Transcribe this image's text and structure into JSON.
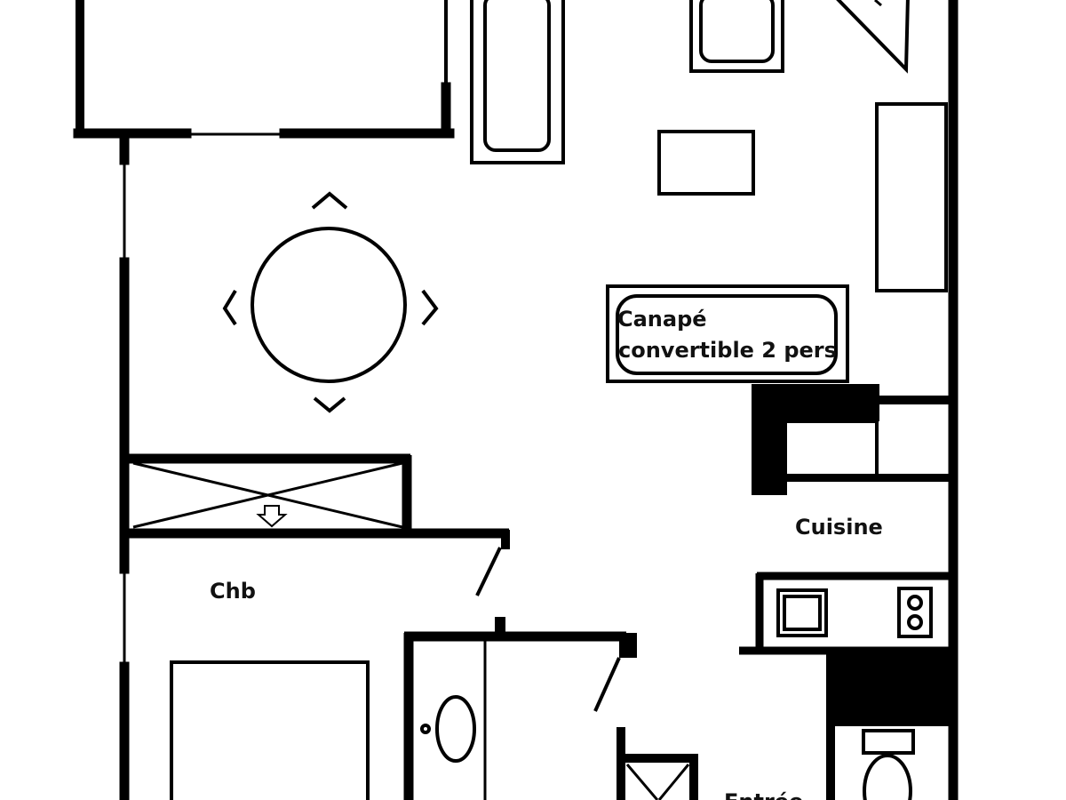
{
  "plan": {
    "wall_color": "#000000",
    "background": "#ffffff",
    "labels": {
      "sofa_line1": "Canapé",
      "sofa_line2": "convertible 2 pers",
      "kitchen": "Cuisine",
      "bedroom": "Chb",
      "entrance": "Entrée"
    }
  }
}
